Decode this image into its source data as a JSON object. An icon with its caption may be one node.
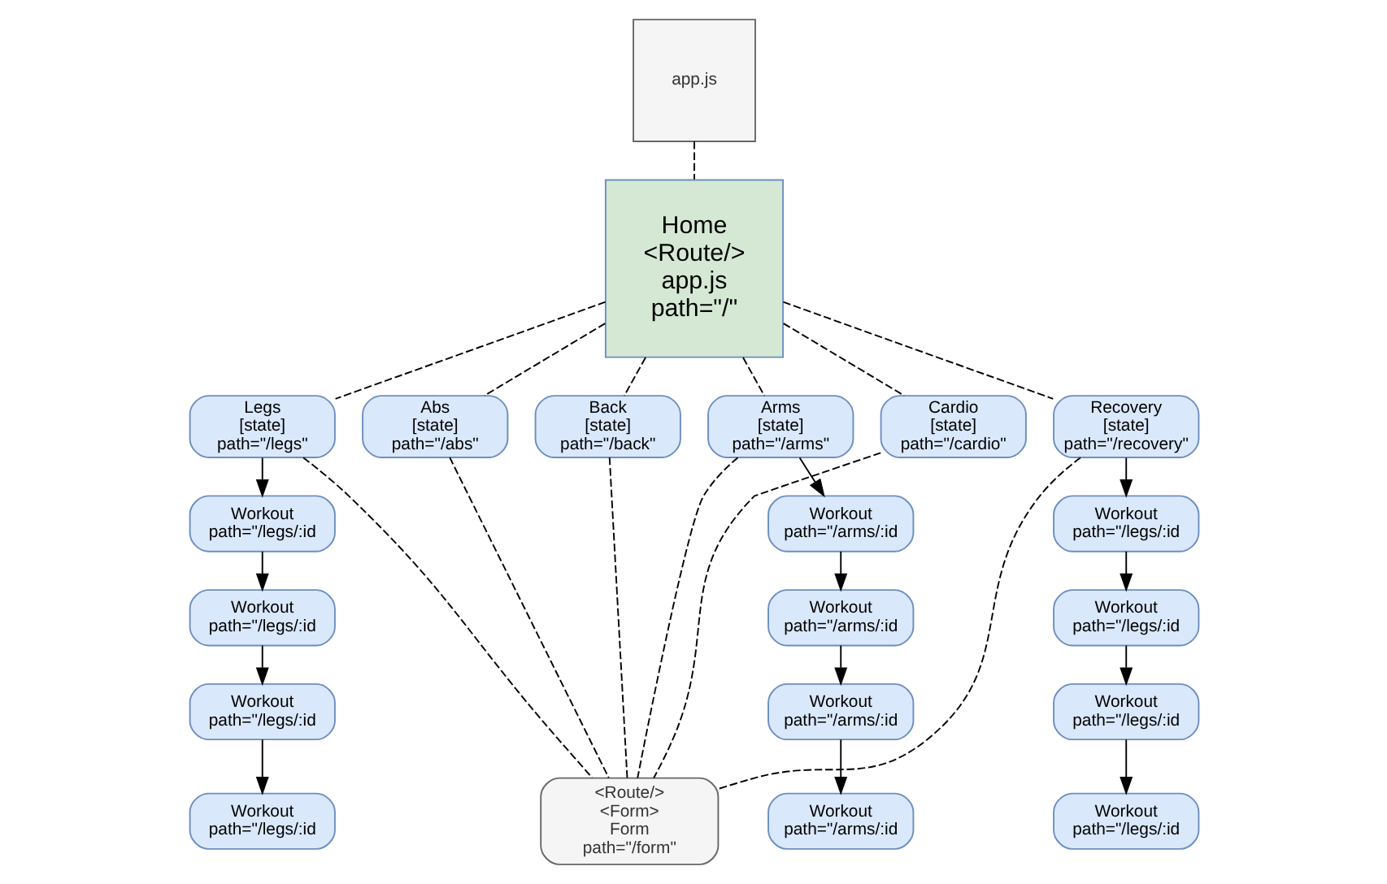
{
  "diagram": {
    "nodes": [
      {
        "text": [
          "app.js"
        ]
      },
      {
        "text": [
          "Home <Route/> app.js path=\"/\""
        ]
      },
      {
        "text": [
          "Legs [state] path=\"/legs\""
        ]
      },
      {
        "text": [
          "Arms [state] path=\"/arms\""
        ]
      },
      {
        "text": [
          "Abs [state] path=\"/abs\""
        ]
      },
      {
        "text": [
          "Back [state] path=\"/back\""
        ]
      },
      {
        "text": [
          "Cardio [state] path=\"/cardio\""
        ]
      },
      {
        "text": [
          "Recovery [state] path=\"/recovery\""
        ]
      },
      {
        "text": [
          "Workout path=\"/legs/:id"
        ]
      },
      {
        "text": [
          "Workout path=\"/legs/:id"
        ]
      },
      {
        "text": [
          "Workout path=\"/legs/:id"
        ]
      },
      {
        "text": [
          "Workout path=\"/legs/:id"
        ]
      },
      {
        "text": [
          "Workout path=\"/arms/:id"
        ]
      },
      {
        "text": [
          "Workout path=\"/arms/:id"
        ]
      },
      {
        "text": [
          "Workout path=\"/arms/:id"
        ]
      },
      {
        "text": [
          "Workout path=\"/arms/:id"
        ]
      },
      {
        "text": [
          "Workout path=\"/legs/:id"
        ]
      },
      {
        "text": [
          "Workout path=\"/legs/:id"
        ]
      },
      {
        "text": [
          "Workout path=\"/legs/:id"
        ]
      },
      {
        "text": [
          "Workout path=\"/legs/:id"
        ]
      },
      {
        "text": [
          "<Route/> <Form> Form path=\"/form\""
        ]
      }
    ],
    "edges": [
      {
        "from": 0,
        "to": 1,
        "arrow": "none",
        "style": "dashed"
      },
      {
        "from": 1,
        "to": 2,
        "arrow": "none",
        "style": "dashed"
      },
      {
        "from": 1,
        "to": 3,
        "arrow": "none",
        "style": "dashed"
      },
      {
        "from": 1,
        "to": 4,
        "arrow": "none",
        "style": "dashed"
      },
      {
        "from": 1,
        "to": 5,
        "arrow": "none",
        "style": "dashed"
      },
      {
        "from": 1,
        "to": 6,
        "arrow": "none",
        "style": "dashed"
      },
      {
        "from": 1,
        "to": 7,
        "arrow": "none",
        "style": "dashed"
      },
      {
        "from": 2,
        "to": 8,
        "arrow": "to"
      },
      {
        "from": 8,
        "to": 9,
        "arrow": "to"
      },
      {
        "from": 9,
        "to": 10,
        "arrow": "to"
      },
      {
        "from": 10,
        "to": 11,
        "arrow": "to"
      },
      {
        "from": 3,
        "to": 12,
        "arrow": "to"
      },
      {
        "from": 12,
        "to": 13,
        "arrow": "to"
      },
      {
        "from": 13,
        "to": 14,
        "arrow": "to"
      },
      {
        "from": 14,
        "to": 15,
        "arrow": "to"
      },
      {
        "from": 7,
        "to": 16,
        "arrow": "to"
      },
      {
        "from": 16,
        "to": 17,
        "arrow": "to"
      },
      {
        "from": 17,
        "to": 18,
        "arrow": "to"
      },
      {
        "from": 18,
        "to": 19,
        "arrow": "to"
      },
      {
        "from": 2,
        "to": 20,
        "arrow": "none",
        "style": "dashed"
      },
      {
        "from": 3,
        "to": 20,
        "arrow": "none",
        "style": "dashed"
      },
      {
        "from": 4,
        "to": 20,
        "arrow": "none",
        "style": "dashed"
      },
      {
        "from": 5,
        "to": 20,
        "arrow": "none",
        "style": "dashed"
      },
      {
        "from": 6,
        "to": 20,
        "arrow": "none",
        "style": "dashed"
      },
      {
        "from": 7,
        "to": 20,
        "arrow": "none",
        "style": "dashed"
      }
    ]
  }
}
